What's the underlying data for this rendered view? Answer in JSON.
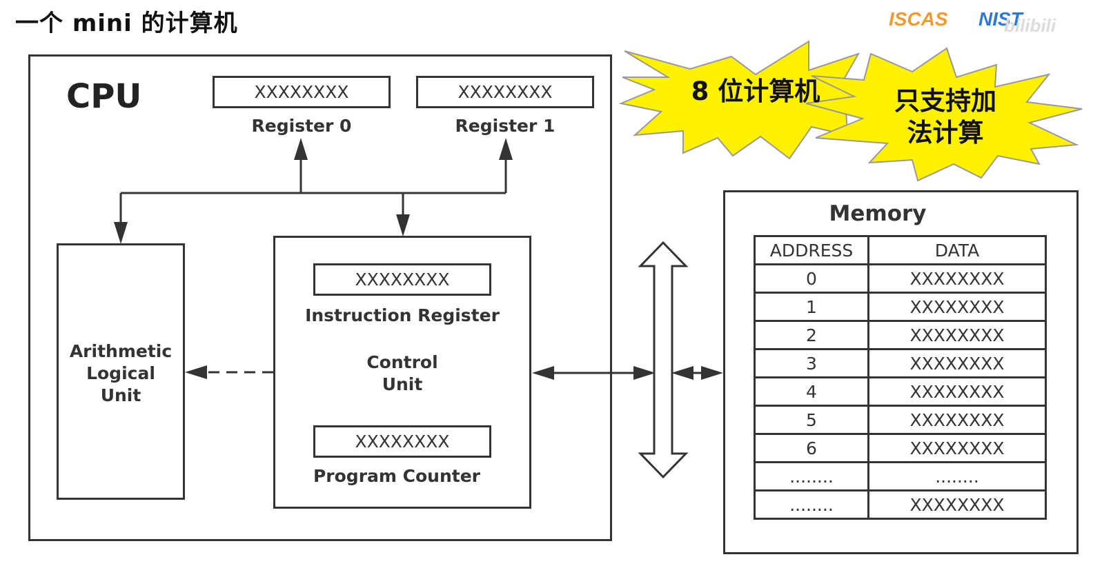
{
  "title": "一个 mini 的计算机",
  "logos": {
    "left": "ISCAS",
    "right": "NIST",
    "watermark": "bilibili"
  },
  "cpu": {
    "label": "CPU",
    "register0": {
      "value": "XXXXXXXX",
      "label": "Register 0"
    },
    "register1": {
      "value": "XXXXXXXX",
      "label": "Register 1"
    },
    "alu": {
      "lines": [
        "Arithmetic",
        "Logical",
        "Unit"
      ]
    },
    "control_unit": {
      "instruction_register": {
        "value": "XXXXXXXX",
        "label": "Instruction Register"
      },
      "label_lines": [
        "Control",
        "Unit"
      ],
      "program_counter": {
        "value": "XXXXXXXX",
        "label": "Program Counter"
      }
    }
  },
  "callouts": {
    "burst1": "8 位计算机",
    "burst2_lines": [
      "只支持加",
      "法计算"
    ]
  },
  "memory": {
    "title": "Memory",
    "headers": [
      "ADDRESS",
      "DATA"
    ],
    "rows": [
      [
        "0",
        "XXXXXXXX"
      ],
      [
        "1",
        "XXXXXXXX"
      ],
      [
        "2",
        "XXXXXXXX"
      ],
      [
        "3",
        "XXXXXXXX"
      ],
      [
        "4",
        "XXXXXXXX"
      ],
      [
        "5",
        "XXXXXXXX"
      ],
      [
        "6",
        "XXXXXXXX"
      ],
      [
        "........",
        "........"
      ],
      [
        "........",
        "XXXXXXXX"
      ]
    ]
  },
  "colors": {
    "burst_fill": "#fff200",
    "burst_stroke": "#999999",
    "line": "#333333"
  }
}
